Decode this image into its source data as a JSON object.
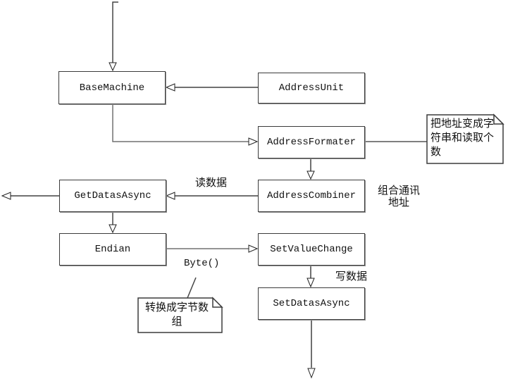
{
  "diagram": {
    "background": "#ffffff",
    "line_color": "#707070",
    "border_color": "#3b3b3b",
    "arrowhead_fill": "#ffffff",
    "nodes": [
      {
        "label": "BaseMachine"
      },
      {
        "label": "AddressUnit"
      },
      {
        "label": "AddressFormater"
      },
      {
        "label": "GetDatasAsync"
      },
      {
        "label": "AddressCombiner"
      },
      {
        "label": "Endian"
      },
      {
        "label": "SetValueChange"
      },
      {
        "label": "SetDatasAsync"
      }
    ],
    "notes": [
      {
        "text": "把地址变成字符串和读取个数"
      },
      {
        "text": "转换成字节数组"
      }
    ],
    "edge_labels": [
      {
        "text": "读数据"
      },
      {
        "text": "组合通讯地址"
      },
      {
        "text": "Byte()"
      },
      {
        "text": "写数据"
      }
    ]
  }
}
